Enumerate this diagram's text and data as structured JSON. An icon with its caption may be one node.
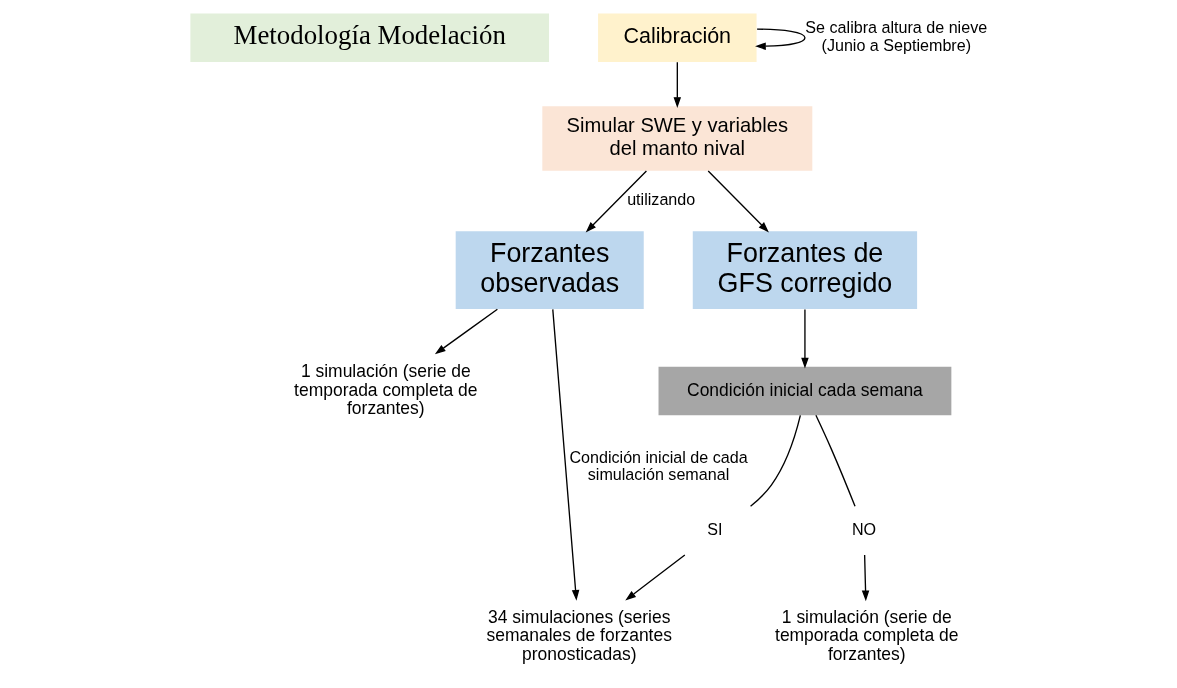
{
  "diagram": {
    "nodes": [
      {
        "text": [
          "Metodología Modelación"
        ]
      },
      {
        "text": [
          "Calibración"
        ]
      },
      {
        "text": [
          "Simular SWE y variables del manto nival"
        ]
      },
      {
        "text": [
          "Forzantes observadas"
        ]
      },
      {
        "text": [
          "Forzantes de GFS corregido"
        ]
      },
      {
        "text": [
          "1 simulación (serie de temporada completa de forzantes)"
        ]
      },
      {
        "text": [
          "Condición inicial cada semana"
        ]
      },
      {
        "text": [
          "SI"
        ]
      },
      {
        "text": [
          "NO"
        ]
      },
      {
        "text": [
          "34 simulaciones (series semanales de forzantes pronosticadas)"
        ]
      },
      {
        "text": [
          "1 simulación (serie de temporada completa de forzantes)"
        ]
      }
    ],
    "edges": [
      {
        "from": 1,
        "to": 1,
        "arrow": "to",
        "label": "Se calibra altura de nieve (Junio a Septiembre)"
      },
      {
        "from": 1,
        "to": 2,
        "arrow": "to"
      },
      {
        "from": 2,
        "to": 3,
        "arrow": "to",
        "label": "utilizando"
      },
      {
        "from": 2,
        "to": 4,
        "arrow": "to"
      },
      {
        "from": 3,
        "to": 5,
        "arrow": "to"
      },
      {
        "from": 3,
        "to": 9,
        "arrow": "to",
        "label": "Condición inicial de cada simulación semanal"
      },
      {
        "from": 4,
        "to": 6,
        "arrow": "to"
      },
      {
        "from": 6,
        "to": 7,
        "arrow": "none"
      },
      {
        "from": 6,
        "to": 8,
        "arrow": "none"
      },
      {
        "from": 7,
        "to": 9,
        "arrow": "to"
      },
      {
        "from": 8,
        "to": 10,
        "arrow": "to"
      }
    ]
  }
}
